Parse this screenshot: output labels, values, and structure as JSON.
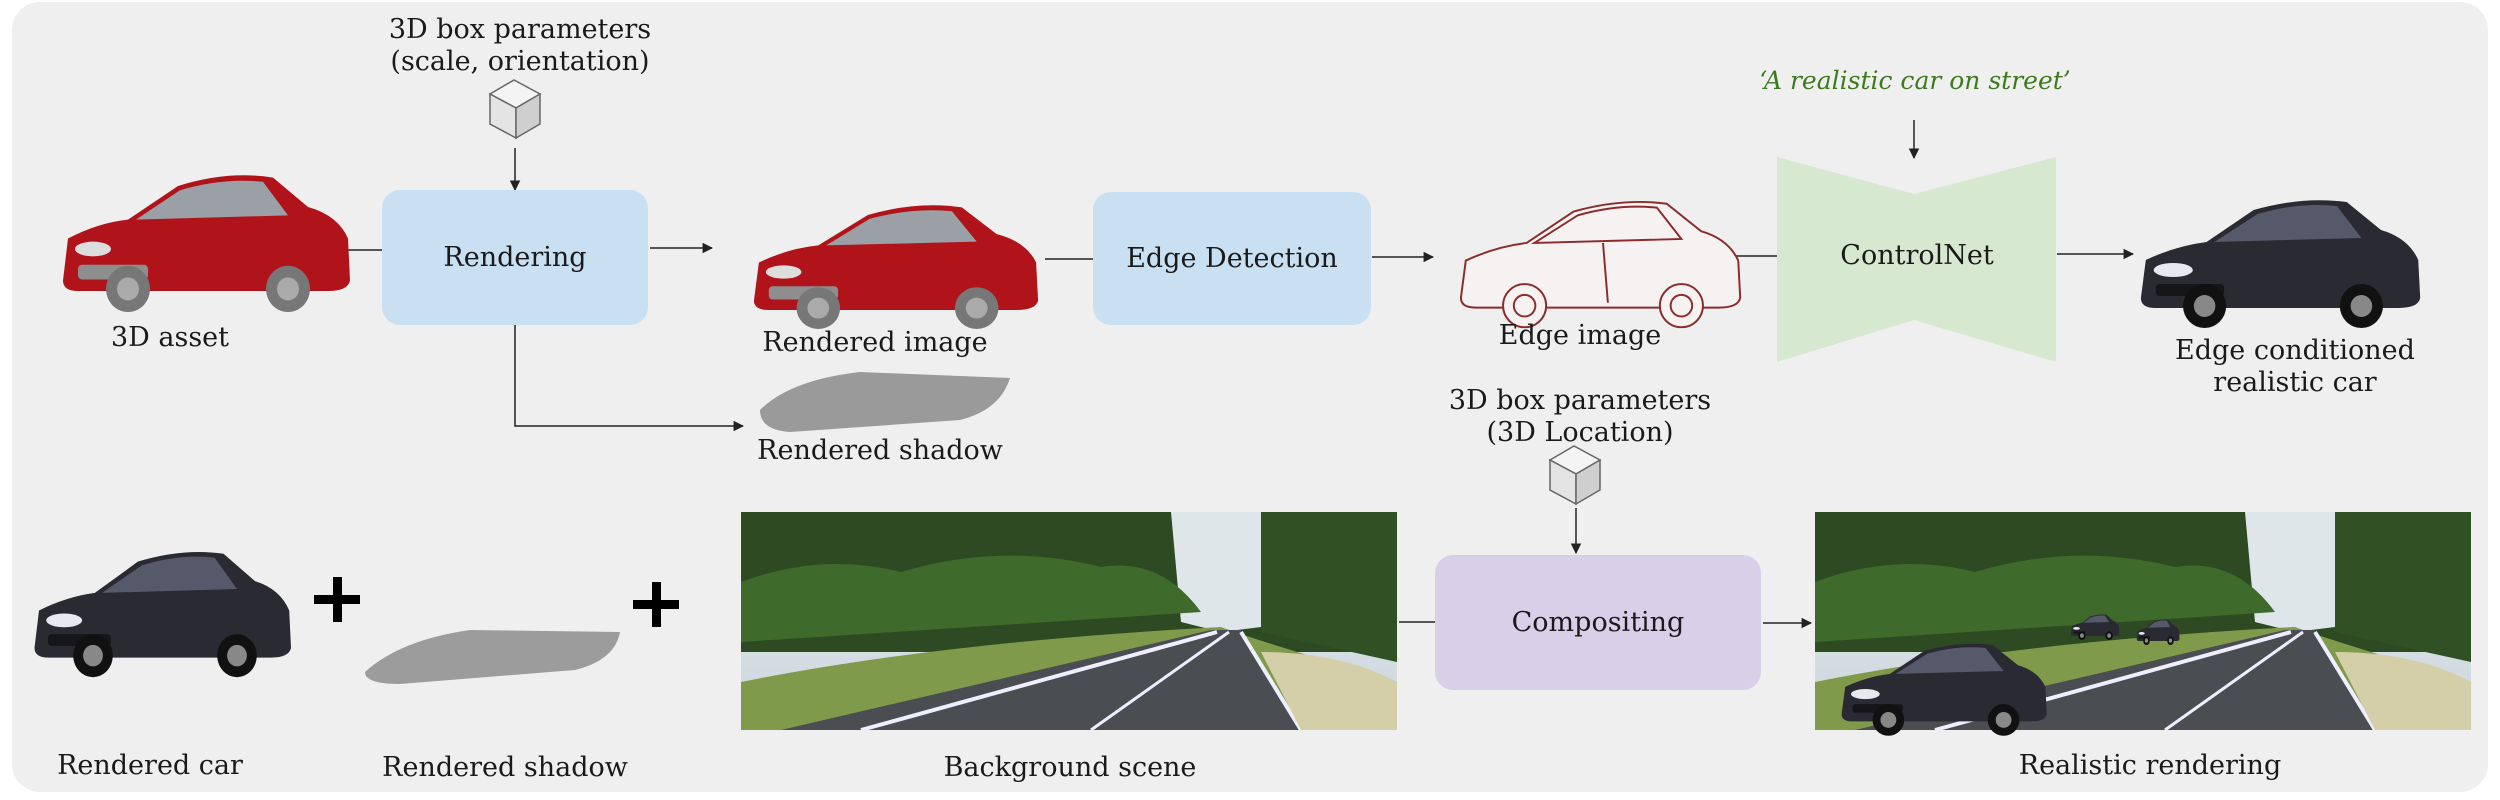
{
  "labels": {
    "box_params_top": "3D box parameters\n(scale, orientation)",
    "asset": "3D asset",
    "rendering": "Rendering",
    "rendered_image": "Rendered image",
    "rendered_shadow_top": "Rendered shadow",
    "edge_detection": "Edge Detection",
    "edge_image": "Edge image",
    "prompt": "‘A realistic car on street’",
    "controlnet": "ControlNet",
    "edge_conditioned": "Edge conditioned\nrealistic car",
    "box_params_mid": "3D box parameters\n(3D Location)",
    "compositing": "Compositing",
    "rendered_car": "Rendered car",
    "rendered_shadow_bottom": "Rendered shadow",
    "background_scene": "Background scene",
    "realistic_rendering": "Realistic rendering"
  },
  "colors": {
    "red_car": "#b0131a",
    "dark_car": "#2a2a33",
    "controlnet_fill": "#d6e8d0",
    "box_blue": "#c9dff2",
    "box_purple": "#d8d0e8",
    "prompt_green": "#3c7a1e"
  },
  "icons": [
    "box-icon",
    "plus-icon"
  ]
}
